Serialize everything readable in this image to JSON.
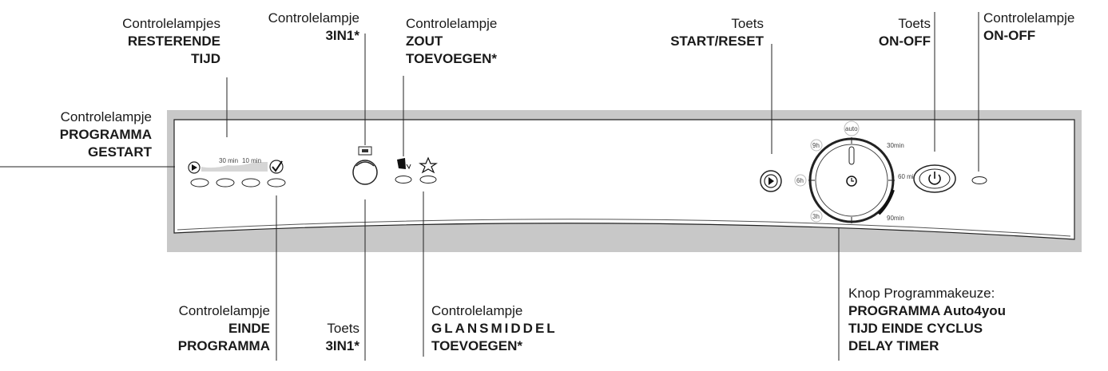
{
  "labels": {
    "resterende_tijd": {
      "title": "Controlelampjes",
      "lines": [
        "RESTERENDE",
        "TIJD"
      ]
    },
    "lamp_3in1": {
      "title": "Controlelampje",
      "lines": [
        "3IN1*"
      ]
    },
    "zout": {
      "title": "Controlelampje",
      "lines": [
        "ZOUT",
        "TOEVOEGEN*"
      ]
    },
    "start_reset": {
      "title": "Toets",
      "lines": [
        "START/RESET"
      ]
    },
    "toets_onoff": {
      "title": "Toets",
      "lines": [
        "ON-OFF"
      ]
    },
    "lamp_onoff": {
      "title": "Controlelampje",
      "lines": [
        "ON-OFF"
      ]
    },
    "programma_gestart": {
      "title": "Controlelampje",
      "lines": [
        "PROGRAMMA",
        "GESTART"
      ]
    },
    "einde_programma": {
      "title": "Controlelampje",
      "lines": [
        "EINDE",
        "PROGRAMMA"
      ]
    },
    "toets_3in1": {
      "title": "Toets",
      "lines": [
        "3IN1*"
      ]
    },
    "glansmiddel": {
      "title": "Controlelampje",
      "lines": [
        "GLANSMIDDEL",
        "TOEVOEGEN*"
      ]
    },
    "knop": {
      "title": "Knop Programmakeuze:",
      "lines": [
        "PROGRAMMA Auto4you",
        "TIJD EINDE CYCLUS",
        "DELAY TIMER"
      ]
    }
  },
  "panel": {
    "time_marks": [
      "30 min",
      "10 min"
    ],
    "dial_marks": {
      "top": "auto",
      "m30": "30min",
      "m60": "60 min",
      "m90": "90min",
      "h9": "9h",
      "h6": "6h",
      "h3": "3h"
    }
  }
}
